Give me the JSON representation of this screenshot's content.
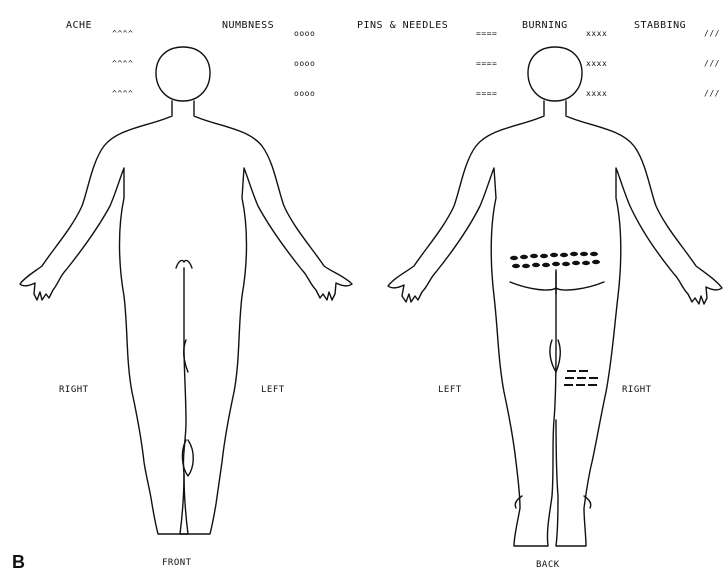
{
  "legend": {
    "ache": {
      "label": "ACHE",
      "symbols": [
        "^^^^",
        "^^^^",
        "^^^^"
      ]
    },
    "numbness": {
      "label": "NUMBNESS",
      "symbols": [
        "oooo",
        "oooo",
        "oooo"
      ]
    },
    "pins_needles": {
      "label": "PINS & NEEDLES",
      "symbols": [
        "====",
        "====",
        "===="
      ]
    },
    "burning": {
      "label": "BURNING",
      "symbols": [
        "xxxx",
        "xxxx",
        "xxxx"
      ]
    },
    "stabbing": {
      "label": "STABBING",
      "symbols": [
        "///",
        "///",
        "///"
      ]
    }
  },
  "front": {
    "right_label": "RIGHT",
    "left_label": "LEFT",
    "caption": "FRONT"
  },
  "back": {
    "left_label": "LEFT",
    "right_label": "RIGHT",
    "caption": "BACK"
  },
  "panel_label": "B"
}
